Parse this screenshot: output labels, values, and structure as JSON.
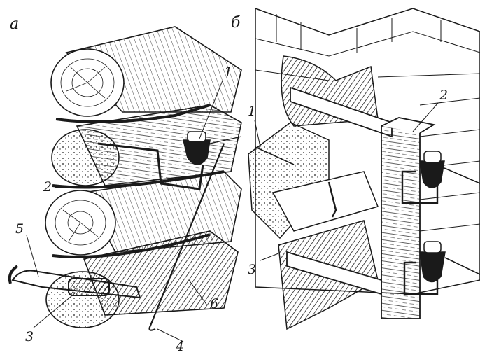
{
  "panels": {
    "a": {
      "letter": "а"
    },
    "b": {
      "letter": "б"
    }
  },
  "labels_a": {
    "l1": "1",
    "l2": "2",
    "l3": "3",
    "l4": "4",
    "l5": "5",
    "l6": "6"
  },
  "labels_b": {
    "l1": "1",
    "l2": "2",
    "l3": "3"
  },
  "colors": {
    "ink": "#1a1a1a",
    "paper": "#ffffff",
    "shade": "#2b2b2b"
  }
}
